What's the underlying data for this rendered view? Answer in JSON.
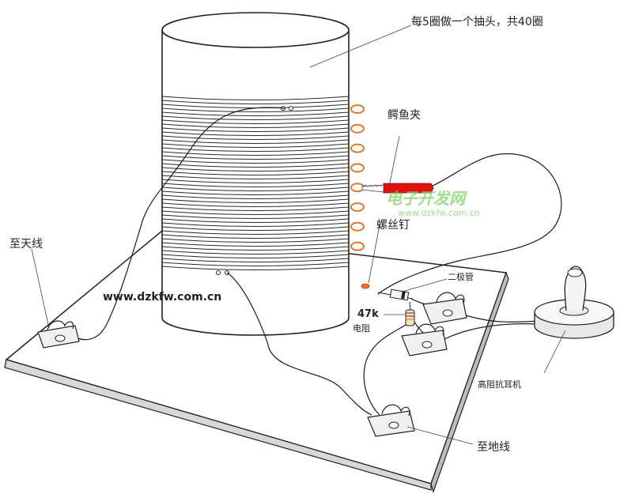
{
  "labels": {
    "coil_note": "每5圈做一个抽头，共40圈",
    "alligator_clip": "鳄鱼夹",
    "screw": "螺丝钉",
    "antenna": "至天线",
    "diode": "二极管",
    "resistor_value": "47k",
    "resistor": "电阻",
    "headphone": "高阻抗耳机",
    "ground": "至地线",
    "website": "www.dzkfw.com.cn",
    "watermark_cn": "电子开发网",
    "watermark_url": "www.dzkfw.com.cn"
  },
  "colors": {
    "tap_loop": "#e07a2e",
    "clip_red": "#e01010",
    "watermark": "#7fd36a",
    "screw": "#f07030"
  }
}
